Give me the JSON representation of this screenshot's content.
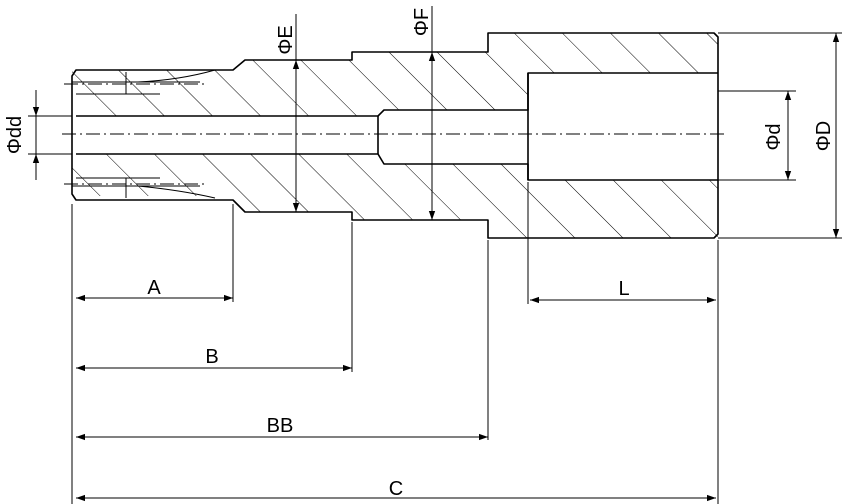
{
  "labels": {
    "E": "ΦE",
    "F": "ΦF",
    "dd": "Φdd",
    "d": "Φd",
    "D": "ΦD",
    "A": "A",
    "B": "B",
    "BB": "BB",
    "C": "C",
    "L": "L"
  }
}
